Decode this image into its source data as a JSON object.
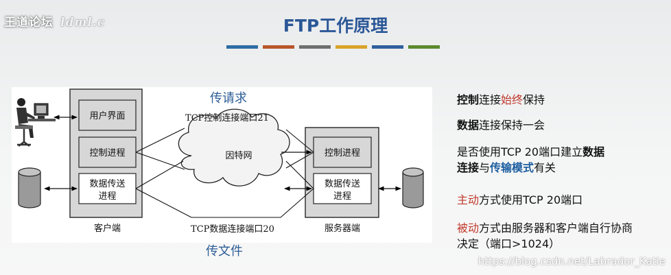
{
  "logo": {
    "text": "王道论坛",
    "scribble": "ldml.c"
  },
  "title": "FTP工作原理",
  "bar_colors": [
    "#2e6da4",
    "#b8562b",
    "#6e6e6e",
    "#d9a42a",
    "#2f5f9e",
    "#5a8a2f"
  ],
  "diagram": {
    "top_caption": "传请求",
    "bottom_caption": "传文件",
    "control_conn_label": "TCP控制连接端口21",
    "data_conn_label": "TCP数据连接端口20",
    "cloud_label": "因特网",
    "client": {
      "label": "客户端",
      "ui": "用户界面",
      "control": "控制进程",
      "data_line1": "数据传送",
      "data_line2": "进程"
    },
    "server": {
      "label": "服务器端",
      "control": "控制进程",
      "data_line1": "数据传送",
      "data_line2": "进程"
    }
  },
  "panel": {
    "l1": {
      "a": "控制",
      "b": "连接",
      "c": "始终",
      "d": "保持"
    },
    "l2": {
      "a": "数据",
      "b": "连接保持一会"
    },
    "l3": {
      "a": "是否使用TCP 20端口建立",
      "b": "数据"
    },
    "l4": {
      "a": "连接",
      "b": "与",
      "c": "传输模式",
      "d": "有关"
    },
    "l5": {
      "a": "主动",
      "b": "方式使用TCP 20端口"
    },
    "l6": {
      "a": "被动",
      "b": "方式由服务器和客户端自行协商"
    },
    "l7": {
      "a": "决定（端口>1024）"
    }
  },
  "watermark": "https://blog.csdn.net/Labrador_Katie"
}
